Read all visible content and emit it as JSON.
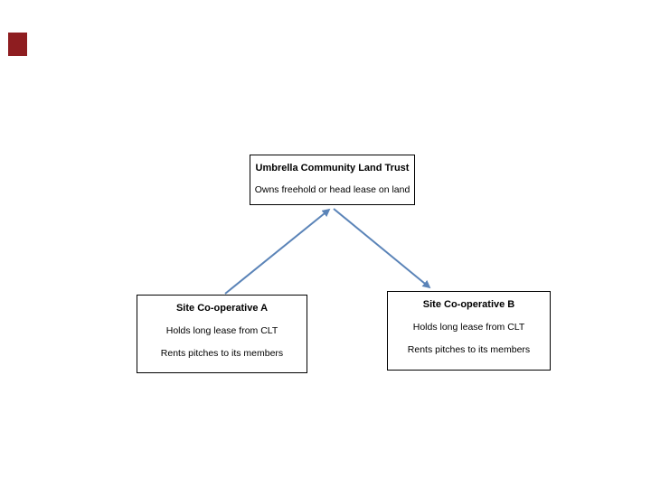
{
  "diagram": {
    "top_box": {
      "title": "Umbrella Community Land Trust",
      "line1": "Owns freehold or head lease on land"
    },
    "left_box": {
      "title": "Site Co-operative A",
      "line1": "Holds long lease from CLT",
      "line2": "Rents pitches to its members"
    },
    "right_box": {
      "title": "Site Co-operative B",
      "line1": "Holds long lease from CLT",
      "line2": "Rents pitches to its members"
    },
    "colors": {
      "background": "#ffffff",
      "box_border": "#000000",
      "text": "#000000",
      "connector_blue": "#5b84b8",
      "red_marker": "#8e1d20"
    }
  }
}
